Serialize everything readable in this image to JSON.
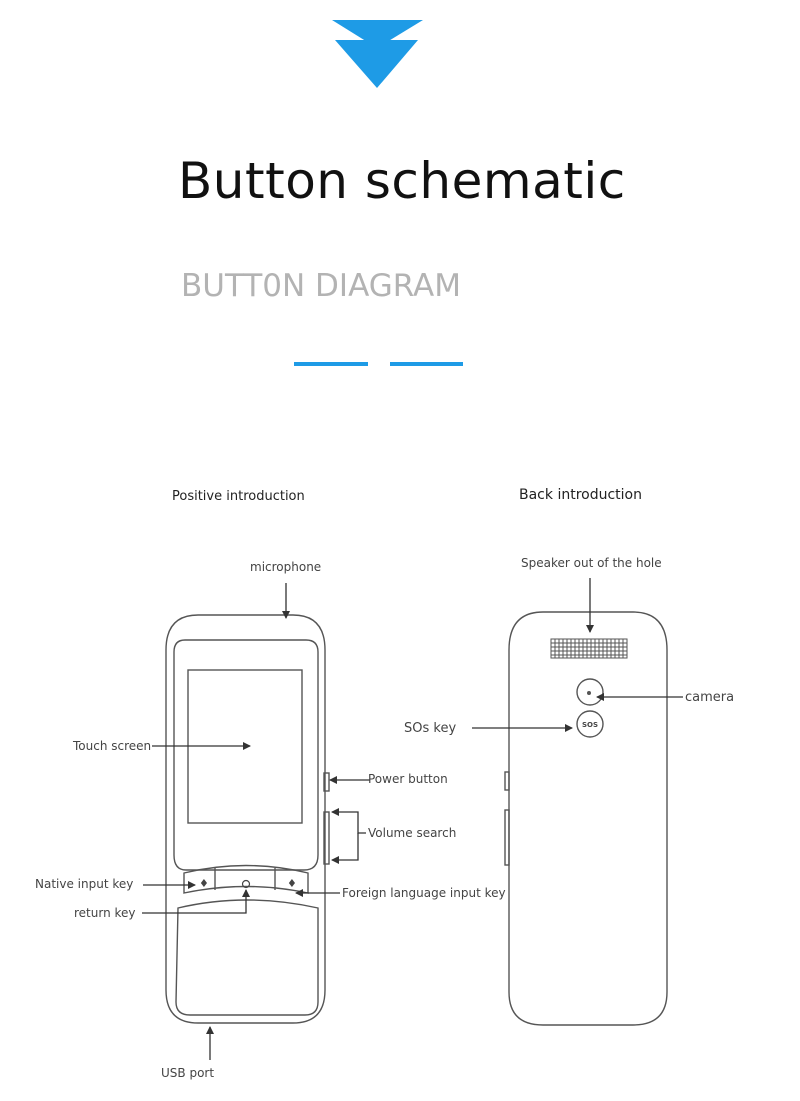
{
  "header": {
    "title": "Button schematic",
    "subtitle": "BUTT0N DIAGRAM",
    "accent_color": "#1e9be6"
  },
  "front": {
    "section_title": "Positive introduction",
    "labels": {
      "microphone": "microphone",
      "touch_screen": "Touch screen",
      "power_button": "Power button",
      "volume_search": "Volume search",
      "native_input_key": "Native input key",
      "return_key": "return key",
      "foreign_language_input_key": "Foreign language input key",
      "usb_port": "USB port"
    }
  },
  "back": {
    "section_title": "Back introduction",
    "labels": {
      "speaker": "Speaker out of the hole",
      "camera": "camera",
      "sos_key": "SOs key"
    },
    "sos_icon_text": "SOS"
  }
}
